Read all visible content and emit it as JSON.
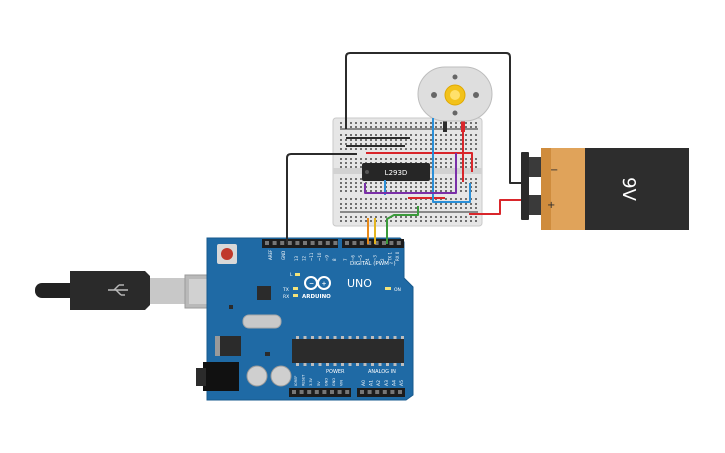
{
  "battery": {
    "voltage": "9V",
    "minus": "−",
    "plus": "+"
  },
  "driver_chip": {
    "label": "L293D"
  },
  "arduino": {
    "brand": "ARDUINO",
    "model": "UNO",
    "digital_label": "DIGITAL (PWM~)",
    "power_label": "POWER",
    "analog_label": "ANALOG IN",
    "on_label": "ON",
    "l_label": "L",
    "tx_label": "TX",
    "rx_label": "RX",
    "aref_label": "AREF",
    "gnd_label": "GND",
    "analog_pins": [
      "A0",
      "A1",
      "A2",
      "A3",
      "A4",
      "A5"
    ],
    "power_pins": [
      "IOREF",
      "RESET",
      "3.3V",
      "5V",
      "GND",
      "GND",
      "VIN"
    ],
    "digital_pins": [
      "13",
      "12",
      "~11",
      "~10",
      "~9",
      "8",
      "7",
      "~6",
      "~5",
      "4",
      "~3",
      "2",
      "TX 1",
      "RX 0"
    ]
  },
  "wire_colors": {
    "black": "#2b2b2b",
    "red": "#d9262b",
    "blue": "#2a8fd8",
    "purple": "#7a2fa8",
    "orange": "#e88a1a",
    "yellow": "#e3b51f",
    "green": "#3a9a3a"
  }
}
